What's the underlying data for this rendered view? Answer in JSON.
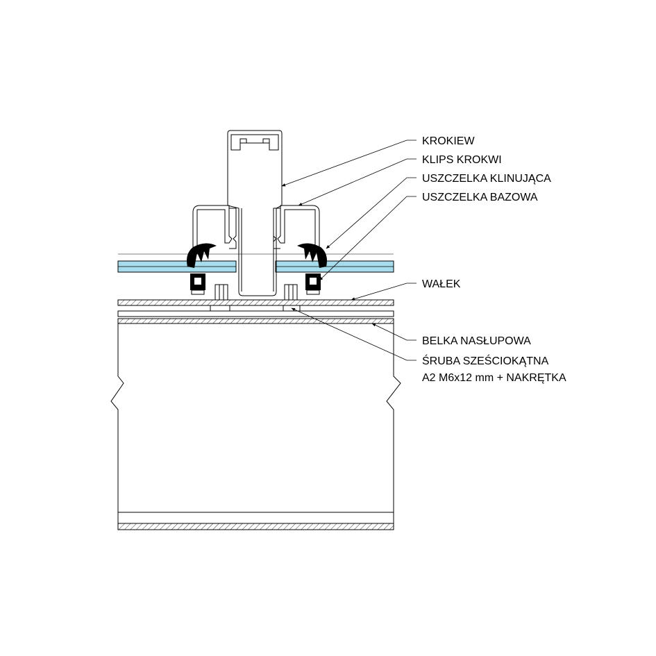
{
  "labels": {
    "krokiew": "KROKIEW",
    "klips_krokwi": "KLIPS KROKWI",
    "uszczelka_klinujaca": "USZCZELKA KLINUJĄCA",
    "uszczelka_bazowa": "USZCZELKA BAZOWA",
    "walek": "WAŁEK",
    "belka_naslupowa": "BELKA NASŁUPOWA",
    "sruba_line1": "ŚRUBA SZEŚCIOKĄTNA",
    "sruba_line2": "A2 M6x12 mm + NAKRĘTKA"
  },
  "colors": {
    "line": "#000000",
    "glass": "#a6dcec",
    "gasket": "#000000",
    "background": "#ffffff"
  }
}
